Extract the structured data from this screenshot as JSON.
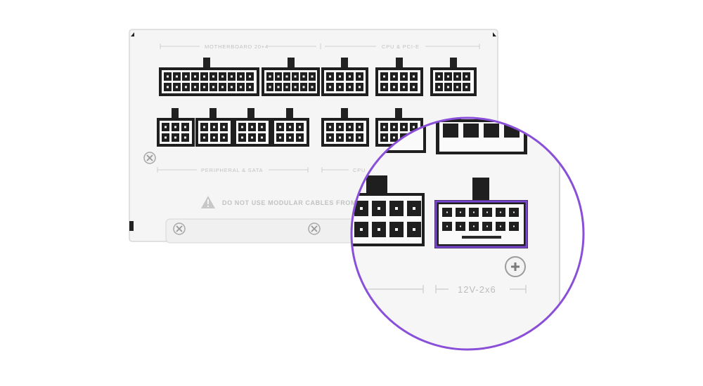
{
  "panel": {
    "label_motherboard": "MOTHERBOARD 20+4",
    "label_cpu_pcie": "CPU & PCI-E",
    "label_peripheral": "PERIPHERAL & SATA",
    "label_cpu_lower": "CPU",
    "warning_text": "DO NOT USE MODULAR CABLES FROM OT",
    "warning_icon": "warning-triangle-icon"
  },
  "zoom": {
    "label": "12V-2x6",
    "accent_color": "#8a4fd9",
    "highlight_color": "#7a45d0"
  }
}
